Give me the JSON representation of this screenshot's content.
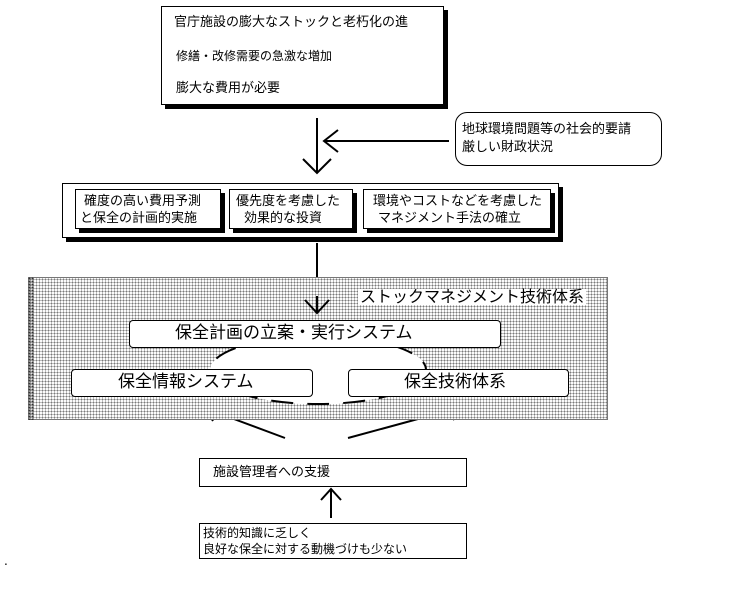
{
  "top_box": {
    "line1": "官庁施設の膨大なストックと老朽化の進",
    "line2": "修繕・改修需要の急激な増加",
    "line3": "膨大な費用が必要"
  },
  "external_box": {
    "line1": "地球環境問題等の社会的要請",
    "line2": "厳しい財政状況"
  },
  "goals": [
    {
      "line1": "確度の高い費用予測",
      "line2": "と保全の計画的実施"
    },
    {
      "line1": "優先度を考慮した",
      "line2": "効果的な投資"
    },
    {
      "line1": "環境やコストなどを考慮した",
      "line2": "マネジメント手法の確立"
    }
  ],
  "system": {
    "title": "ストックマネジメント技術体系",
    "plan": "保全計画の立案・実行システム",
    "info": "保全情報システム",
    "tech": "保全技術体系"
  },
  "support_box": {
    "label": "施設管理者への支援"
  },
  "bottom_box": {
    "line1": "技術的知識に乏しく",
    "line2": "良好な保全に対する動機づけも少ない"
  },
  "stray_mark": "."
}
